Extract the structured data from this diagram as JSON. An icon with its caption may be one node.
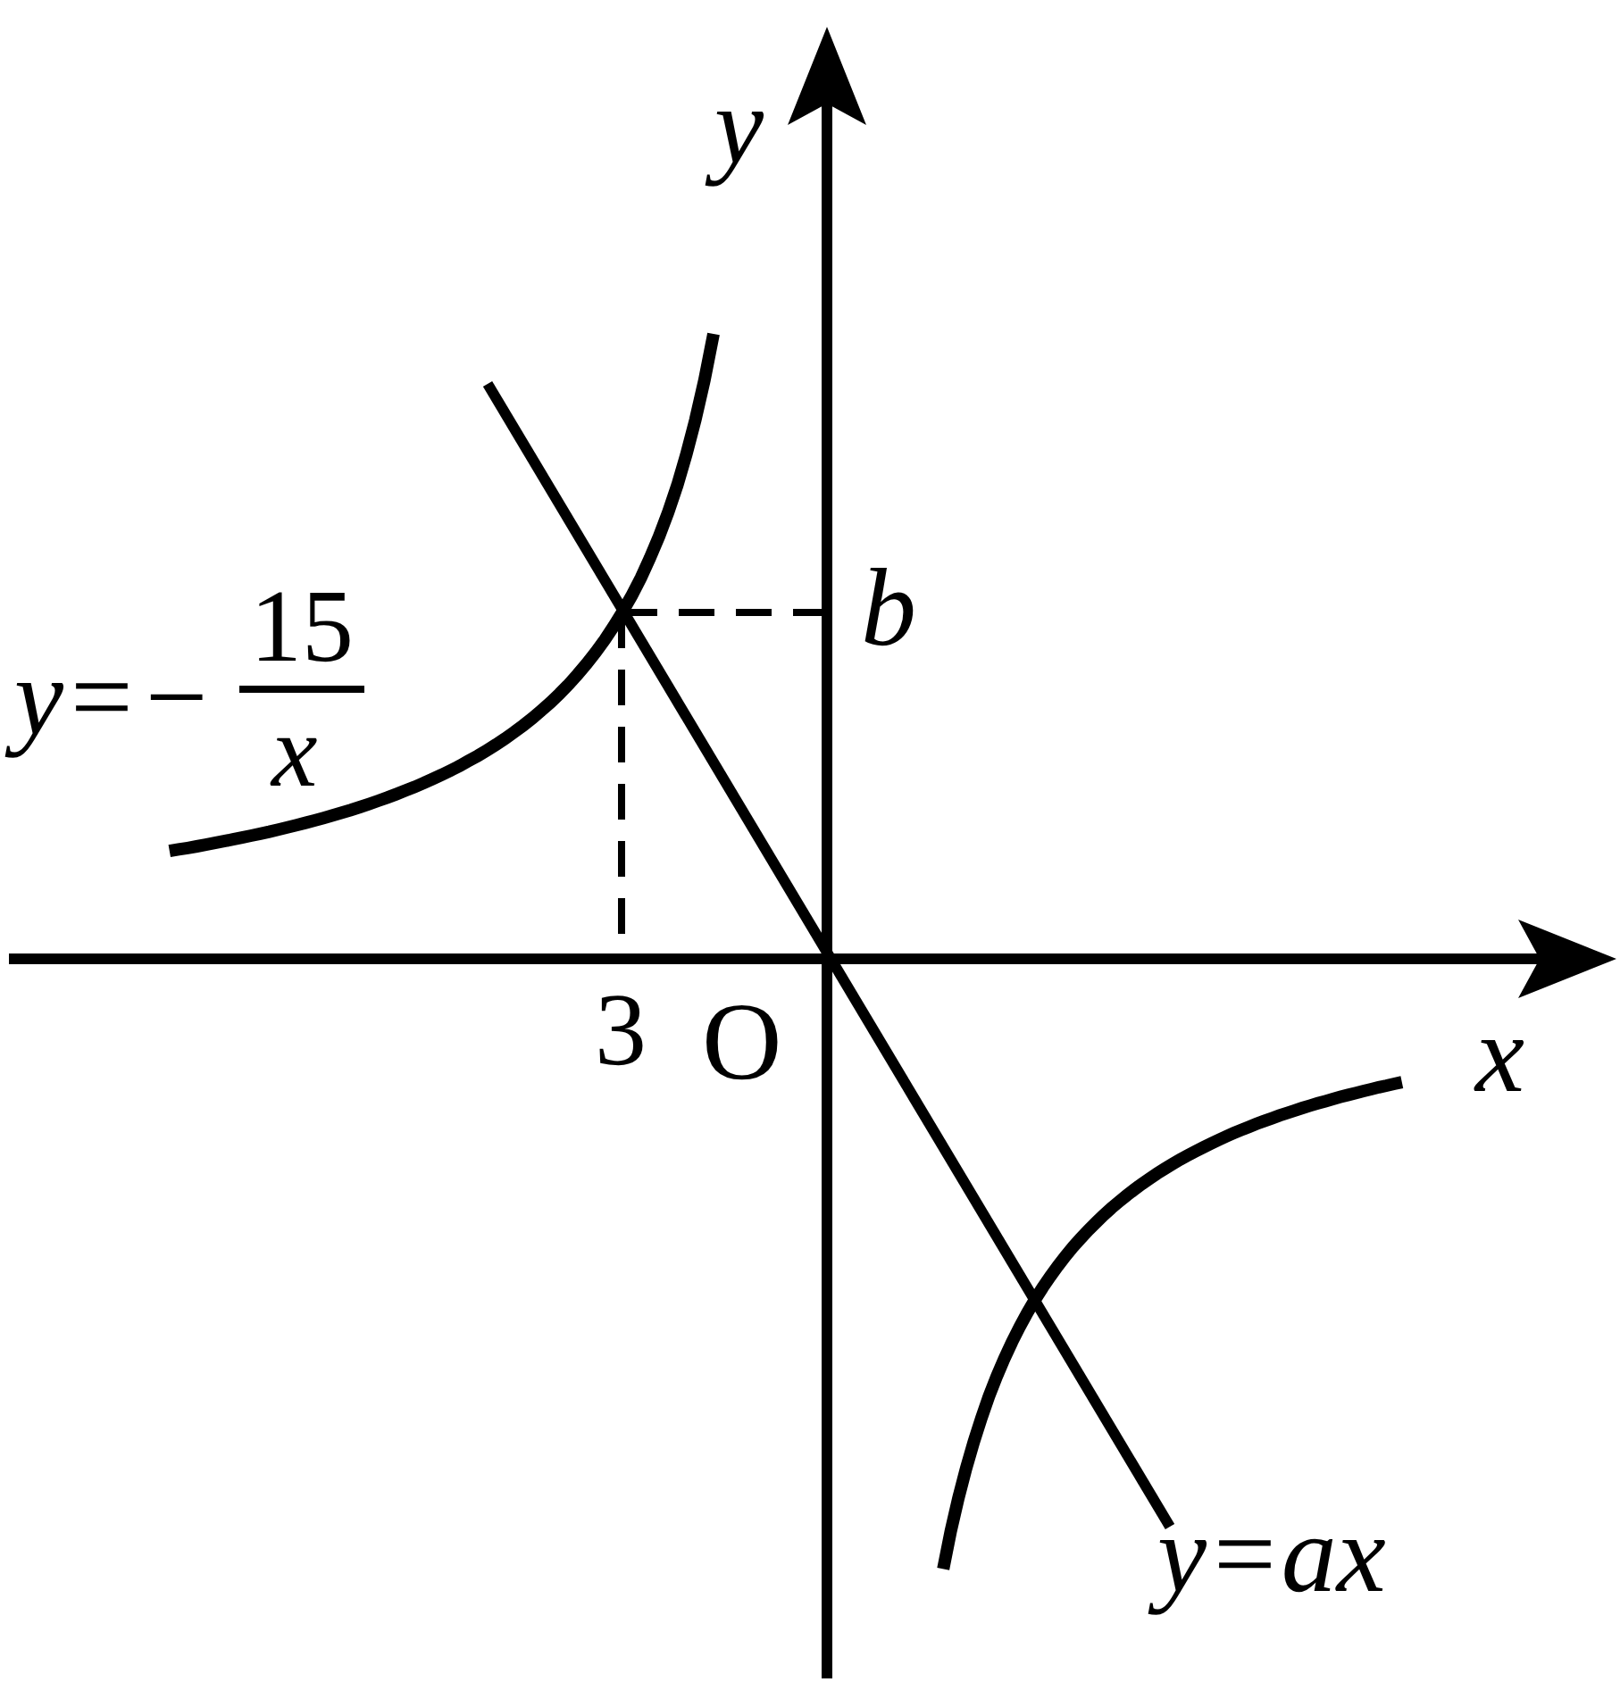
{
  "diagram": {
    "labels": [
      "y",
      "15",
      "y=−",
      "b",
      "x",
      "3",
      "O",
      "x",
      "y=ax"
    ]
  }
}
